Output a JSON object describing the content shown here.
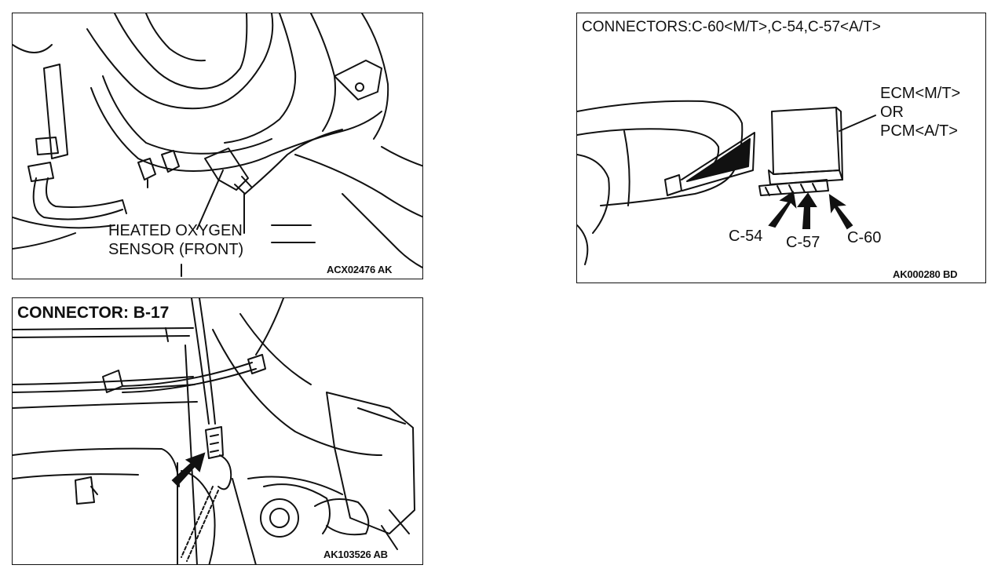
{
  "panel_oxygen": {
    "label_line1": "HEATED OXYGEN",
    "label_line2": "SENSOR (FRONT)",
    "code": "ACX02476 AK"
  },
  "panel_ecm": {
    "header": "CONNECTORS:C-60<M/T>,C-54,C-57<A/T>",
    "ecm_line1": "ECM<M/T>",
    "ecm_line2": "OR",
    "ecm_line3": "PCM<A/T>",
    "connectors": [
      "C-54",
      "C-57",
      "C-60"
    ],
    "code": "AK000280 BD"
  },
  "panel_b17": {
    "header": "CONNECTOR: B-17",
    "code": "AK103526 AB"
  }
}
